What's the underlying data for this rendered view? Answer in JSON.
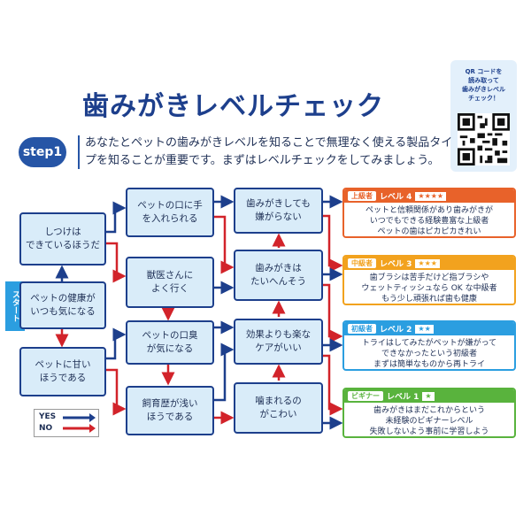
{
  "title": "歯みがきレベルチェック",
  "qr": {
    "text": "QR コードを\n読み取って\n歯みがきレベル\nチェック！"
  },
  "step": {
    "badge": "step1",
    "text": "あなたとペットの歯みがきレベルを知ることで無理なく使える製品タイプを知ることが重要です。まずはレベルチェックをしてみましょう。"
  },
  "start_label": "スタート",
  "nodes": {
    "a1": "しつけは\nできているほうだ",
    "a2": "ペットの健康が\nいつも気になる",
    "a3": "ペットに甘い\nほうである",
    "b1": "ペットの口に手\nを入れられる",
    "b2": "獣医さんに\nよく行く",
    "b3": "ペットの口臭\nが気になる",
    "b4": "飼育歴が浅い\nほうである",
    "c1": "歯みがきしても\n嫌がらない",
    "c2": "歯みがきは\nたいへんそう",
    "c3": "効果よりも楽な\nケアがいい",
    "c4": "噛まれるの\nがこわい"
  },
  "results": [
    {
      "grade": "上級者",
      "level": "レベル 4",
      "stars": "★★★★",
      "color": "#e8622a",
      "text": "ペットと信頼関係があり歯みがきが\nいつでもできる経験豊富な上級者\nペットの歯はピカピカきれい"
    },
    {
      "grade": "中級者",
      "level": "レベル 3",
      "stars": "★★★",
      "color": "#f2a21e",
      "text": "歯ブラシは苦手だけど指ブラシや\nウェットティッシュなら OK な中級者\nもう少し頑張れば歯も健康"
    },
    {
      "grade": "初級者",
      "level": "レベル 2",
      "stars": "★★",
      "color": "#2b9ee0",
      "text": "トライはしてみたがペットが嫌がって\nできなかったという初級者\nまずは簡単なものから再トライ"
    },
    {
      "grade": "ビギナー",
      "level": "レベル 1",
      "stars": "★",
      "color": "#59b33d",
      "text": "歯みがきはまだこれからという\n未経験のビギナーレベル\n失敗しないよう事前に学習しよう"
    }
  ],
  "legend": {
    "yes": "YES",
    "no": "NO"
  },
  "colors": {
    "yes": "#1d3f8c",
    "no": "#d2232a"
  }
}
